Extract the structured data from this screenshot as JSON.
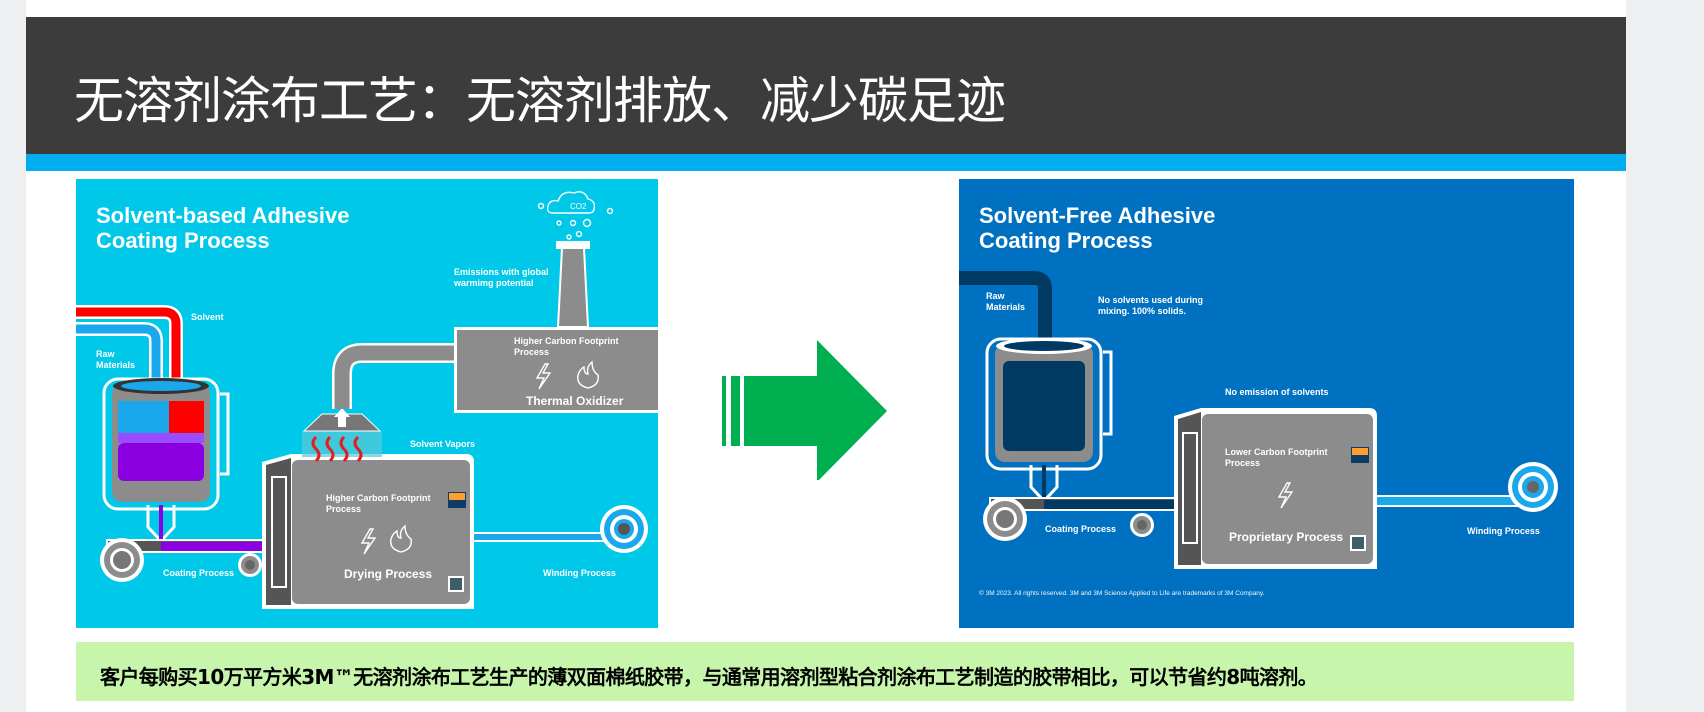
{
  "slide": {
    "title": "无溶剂涂布工艺：无溶剂排放、减少碳足迹",
    "colors": {
      "title_bar": "#3c3c3c",
      "accent_stripe": "#00aeef",
      "left_panel": "#00c8e8",
      "right_panel": "#0070c0",
      "arrow": "#00b050",
      "caption_bg": "#c6f5ab"
    }
  },
  "left_panel": {
    "title_line1": "Solvent-based Adhesive",
    "title_line2": "Coating Process",
    "labels": {
      "emissions_line1": "Emissions with global",
      "emissions_line2": "warmimg potential",
      "co2": "CO2",
      "solvent": "Solvent",
      "raw_line1": "Raw",
      "raw_line2": "Materials",
      "oxidizer_note_line1": "Higher Carbon Footprint",
      "oxidizer_note_line2": "Process",
      "thermal_oxidizer": "Thermal Oxidizer",
      "solvent_vapors": "Solvent Vapors",
      "dryer_note_line1": "Higher Carbon Footprint",
      "dryer_note_line2": "Process",
      "drying_process": "Drying Process",
      "coating_process": "Coating Process",
      "winding_process": "Winding Process"
    }
  },
  "arrow": {
    "icon": "right-arrow-icon"
  },
  "right_panel": {
    "title_line1": "Solvent-Free Adhesive",
    "title_line2": "Coating Process",
    "labels": {
      "raw_line1": "Raw",
      "raw_line2": "Materials",
      "no_solvents_line1": "No solvents used during",
      "no_solvents_line2": "mixing. 100% solids.",
      "no_emission": "No emission of solvents",
      "process_note_line1": "Lower Carbon Footprint",
      "process_note_line2": "Process",
      "proprietary_process": "Proprietary Process",
      "coating_process": "Coating Process",
      "winding_process": "Winding Process"
    },
    "copyright": "© 3M 2023. All rights reserved. 3M and 3M Science Applied to Life are trademarks of 3M Company."
  },
  "caption": {
    "text": "客户每购买10万平方米3M™无溶剂涂布工艺生产的薄双面棉纸胶带，与通常用溶剂型粘合剂涂布工艺制造的胶带相比，可以节省约8吨溶剂。"
  }
}
